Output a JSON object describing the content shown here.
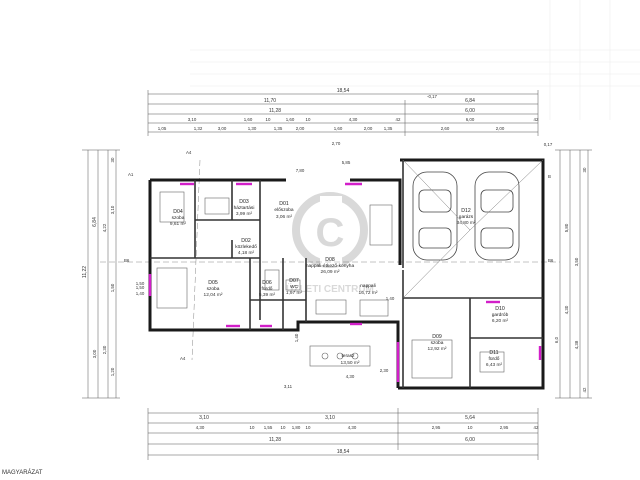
{
  "watermark": {
    "text": "ÜZLETI CENTRUM"
  },
  "footer": {
    "text": "MAGYARÁZAT"
  },
  "rooms": [
    {
      "id": "D04",
      "name": "szoba",
      "area": "9,61 m²"
    },
    {
      "id": "D03",
      "name": "háztartási",
      "area": "3,99 m²"
    },
    {
      "id": "D01",
      "name": "előszoba",
      "area": "3,06 m²"
    },
    {
      "id": "D12",
      "name": "garázs",
      "area": "34,80 m²"
    },
    {
      "id": "D02",
      "name": "közlekedő",
      "area": "4,18 m²"
    },
    {
      "id": "D08",
      "name": "nappali-étkező-konyha",
      "area": "26,09 m²"
    },
    {
      "id": "",
      "name": "nappali",
      "area": "16,72 m²"
    },
    {
      "id": "D05",
      "name": "szoba",
      "area": "12,04 m²"
    },
    {
      "id": "D06",
      "name": "fürdő",
      "area": "5,39 m²"
    },
    {
      "id": "D07",
      "name": "WC",
      "area": "1,97 m²"
    },
    {
      "id": "D10",
      "name": "gardrób",
      "area": "6,20 m²"
    },
    {
      "id": "D09",
      "name": "szoba",
      "area": "12,92 m²"
    },
    {
      "id": "D11",
      "name": "fürdő",
      "area": "6,43 m²"
    },
    {
      "id": "",
      "name": "terasz",
      "area": "13,50 m²"
    }
  ],
  "dimensions": {
    "top_overall": "18,54",
    "top_row2": [
      "11,70",
      "-0,17",
      "6,84"
    ],
    "top_row3": [
      "11,28",
      "6,00"
    ],
    "top_row4": [
      "3,10",
      "1,60",
      "10",
      "1,60",
      "10",
      "4,30",
      "42",
      "6,00",
      "42"
    ],
    "top_row5": [
      "1,05",
      "1,32",
      "3,00",
      "1,30",
      "1,35",
      "2,00",
      "1,60",
      "2,00",
      "1,35",
      "2,60",
      "2,00"
    ],
    "bottom_row1": [
      "3,10",
      "3,10",
      "5,64"
    ],
    "bottom_row2": [
      "4,30",
      "10",
      "1,55",
      "10",
      "1,80",
      "10",
      "4,30",
      "2,95",
      "10",
      "2,95",
      "42"
    ],
    "bottom_row3": [
      "11,28",
      "6,00"
    ],
    "bottom_overall": "18,54",
    "left_side": [
      "11,22",
      "6,84",
      "4,22",
      "3,10",
      "1,50",
      "1,40",
      "3,00",
      "2,30",
      "1,20",
      "1,50",
      "30"
    ],
    "right_side": [
      "5,80",
      "3,50",
      "4,30",
      "4,38",
      "30",
      "42",
      "6,0"
    ],
    "misc": [
      "1,50",
      "1,40",
      "2,70",
      "7,80",
      "5,85",
      "4,30",
      "2,30",
      "1,40",
      "3,11",
      "0,17"
    ]
  },
  "axes": [
    "A4",
    "A1",
    "B6",
    "B6",
    "A4",
    "B"
  ]
}
